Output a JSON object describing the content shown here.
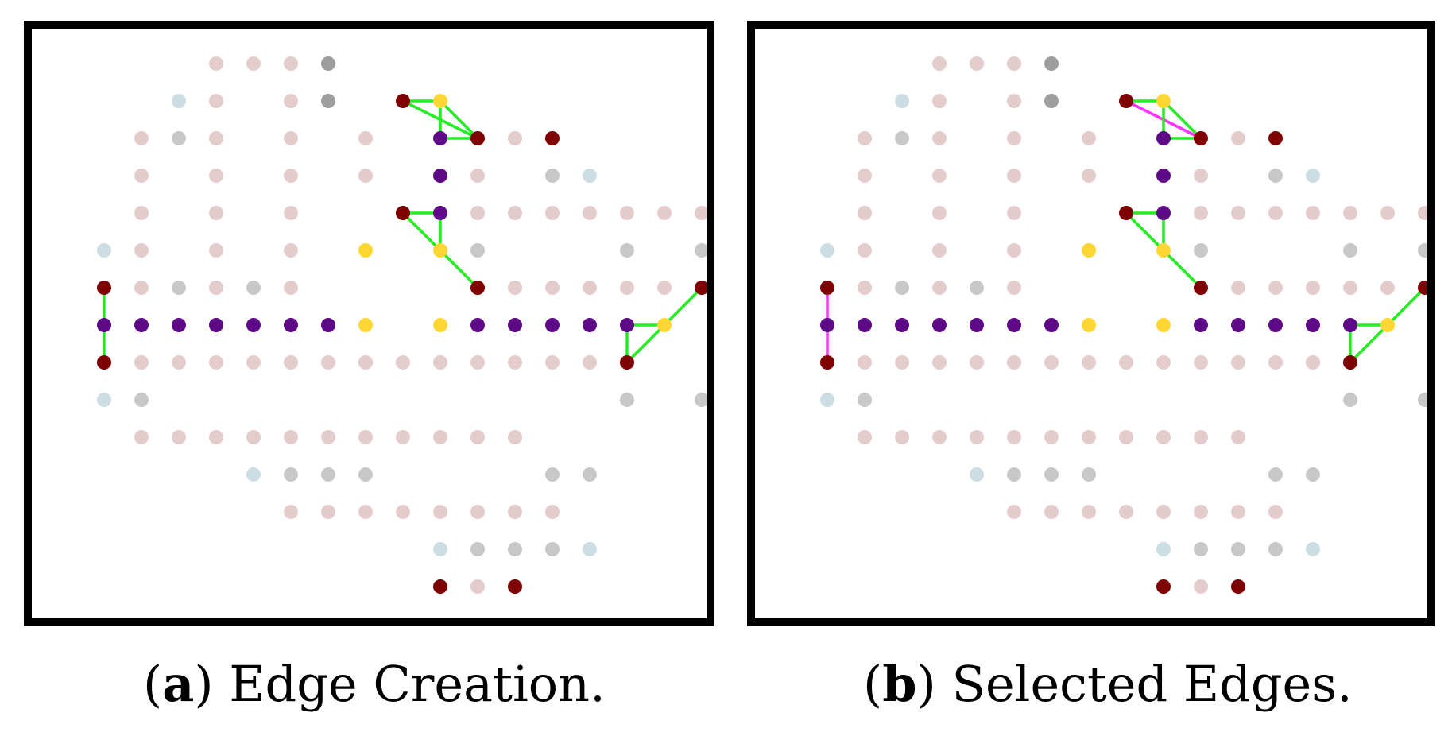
{
  "figure": {
    "panel_a": {
      "letter": "a",
      "caption": "Edge Creation."
    },
    "panel_b": {
      "letter": "b",
      "caption": "Selected Edges."
    }
  },
  "colors": {
    "pink": "#e5cccc",
    "gray": "#c8c8c8",
    "darkgray": "#9e9e9e",
    "lightblue": "#ccdde3",
    "purple": "#5e0a86",
    "darkred": "#7f0000",
    "yellow": "#ffd634",
    "edge": "#22ee22",
    "selected_edge": "#ff33ff"
  },
  "grid": {
    "rows": [
      "....PPPD..........",
      "...BP.PD..........",
      "..PGP.P.P..P......",
      "..P.P.P.P.GP.GB...",
      "..P.P.P...PPPPPPPP",
      ".BP.P.P........G.G",
      ".GPGPGP....PPPPPP.",
      "........Y.........",
      ".PPPPPPPPPPPPPPP..",
      ".BG..............G",
      "..PPPPPPPPPPP.....",
      ".....BGGG....GG...",
      "......PPPPPPPP....",
      "..........BGGGB...",
      "..........RPR....."
    ],
    "overrides": [
      {
        "c": 9,
        "r": 1,
        "t": "R"
      },
      {
        "c": 10,
        "r": 1,
        "t": "Y"
      },
      {
        "c": 10,
        "r": 2,
        "t": "V"
      },
      {
        "c": 11,
        "r": 2,
        "t": "R"
      },
      {
        "c": 12,
        "r": 2,
        "t": "P"
      },
      {
        "c": 13,
        "r": 2,
        "t": "R"
      },
      {
        "c": 10,
        "r": 3,
        "t": "V"
      },
      {
        "c": 9,
        "r": 4,
        "t": "R"
      },
      {
        "c": 10,
        "r": 4,
        "t": "V"
      },
      {
        "c": 8,
        "r": 5,
        "t": "Y"
      },
      {
        "c": 10,
        "r": 5,
        "t": "Y"
      },
      {
        "c": 11,
        "r": 5,
        "t": "G"
      },
      {
        "c": 1,
        "r": 6,
        "t": "R"
      },
      {
        "c": 11,
        "r": 6,
        "t": "R"
      },
      {
        "c": 17,
        "r": 6,
        "t": "R"
      },
      {
        "c": 16,
        "r": 6,
        "t": "P"
      },
      {
        "c": 1,
        "r": 7,
        "t": "V"
      },
      {
        "c": 2,
        "r": 7,
        "t": "V"
      },
      {
        "c": 3,
        "r": 7,
        "t": "V"
      },
      {
        "c": 4,
        "r": 7,
        "t": "V"
      },
      {
        "c": 5,
        "r": 7,
        "t": "V"
      },
      {
        "c": 6,
        "r": 7,
        "t": "V"
      },
      {
        "c": 7,
        "r": 7,
        "t": "V"
      },
      {
        "c": 10,
        "r": 7,
        "t": "Y"
      },
      {
        "c": 11,
        "r": 7,
        "t": "V"
      },
      {
        "c": 12,
        "r": 7,
        "t": "V"
      },
      {
        "c": 13,
        "r": 7,
        "t": "V"
      },
      {
        "c": 14,
        "r": 7,
        "t": "V"
      },
      {
        "c": 15,
        "r": 7,
        "t": "V"
      },
      {
        "c": 16,
        "r": 7,
        "t": "Y"
      },
      {
        "c": 1,
        "r": 8,
        "t": "R"
      },
      {
        "c": 15,
        "r": 8,
        "t": "R"
      },
      {
        "c": 15,
        "r": 9,
        "t": "G"
      }
    ]
  },
  "edges": {
    "panel_a": [
      {
        "from": [
          9,
          1
        ],
        "to": [
          10,
          1
        ]
      },
      {
        "from": [
          9,
          1
        ],
        "to": [
          11,
          2
        ]
      },
      {
        "from": [
          10,
          1
        ],
        "to": [
          10,
          2
        ]
      },
      {
        "from": [
          10,
          1
        ],
        "to": [
          11,
          2
        ]
      },
      {
        "from": [
          10,
          2
        ],
        "to": [
          11,
          2
        ]
      },
      {
        "from": [
          9,
          4
        ],
        "to": [
          10,
          4
        ]
      },
      {
        "from": [
          9,
          4
        ],
        "to": [
          10,
          5
        ]
      },
      {
        "from": [
          10,
          4
        ],
        "to": [
          10,
          5
        ]
      },
      {
        "from": [
          10,
          5
        ],
        "to": [
          11,
          6
        ]
      },
      {
        "from": [
          1,
          6
        ],
        "to": [
          1,
          7
        ]
      },
      {
        "from": [
          1,
          7
        ],
        "to": [
          1,
          8
        ]
      },
      {
        "from": [
          15,
          7
        ],
        "to": [
          16,
          7
        ]
      },
      {
        "from": [
          15,
          7
        ],
        "to": [
          15,
          8
        ]
      },
      {
        "from": [
          15,
          8
        ],
        "to": [
          16,
          7
        ]
      },
      {
        "from": [
          16,
          7
        ],
        "to": [
          17,
          6
        ]
      }
    ],
    "panel_b": [
      {
        "from": [
          9,
          1
        ],
        "to": [
          10,
          1
        ]
      },
      {
        "from": [
          9,
          1
        ],
        "to": [
          11,
          2
        ],
        "selected": true
      },
      {
        "from": [
          10,
          1
        ],
        "to": [
          10,
          2
        ]
      },
      {
        "from": [
          10,
          1
        ],
        "to": [
          11,
          2
        ]
      },
      {
        "from": [
          10,
          2
        ],
        "to": [
          11,
          2
        ]
      },
      {
        "from": [
          9,
          4
        ],
        "to": [
          10,
          4
        ]
      },
      {
        "from": [
          9,
          4
        ],
        "to": [
          10,
          5
        ]
      },
      {
        "from": [
          10,
          4
        ],
        "to": [
          10,
          5
        ]
      },
      {
        "from": [
          10,
          5
        ],
        "to": [
          11,
          6
        ]
      },
      {
        "from": [
          1,
          6
        ],
        "to": [
          1,
          7
        ],
        "selected": true
      },
      {
        "from": [
          1,
          7
        ],
        "to": [
          1,
          8
        ],
        "selected": true
      },
      {
        "from": [
          15,
          7
        ],
        "to": [
          16,
          7
        ]
      },
      {
        "from": [
          15,
          7
        ],
        "to": [
          15,
          8
        ]
      },
      {
        "from": [
          15,
          8
        ],
        "to": [
          16,
          7
        ]
      },
      {
        "from": [
          16,
          7
        ],
        "to": [
          17,
          6
        ]
      }
    ]
  }
}
